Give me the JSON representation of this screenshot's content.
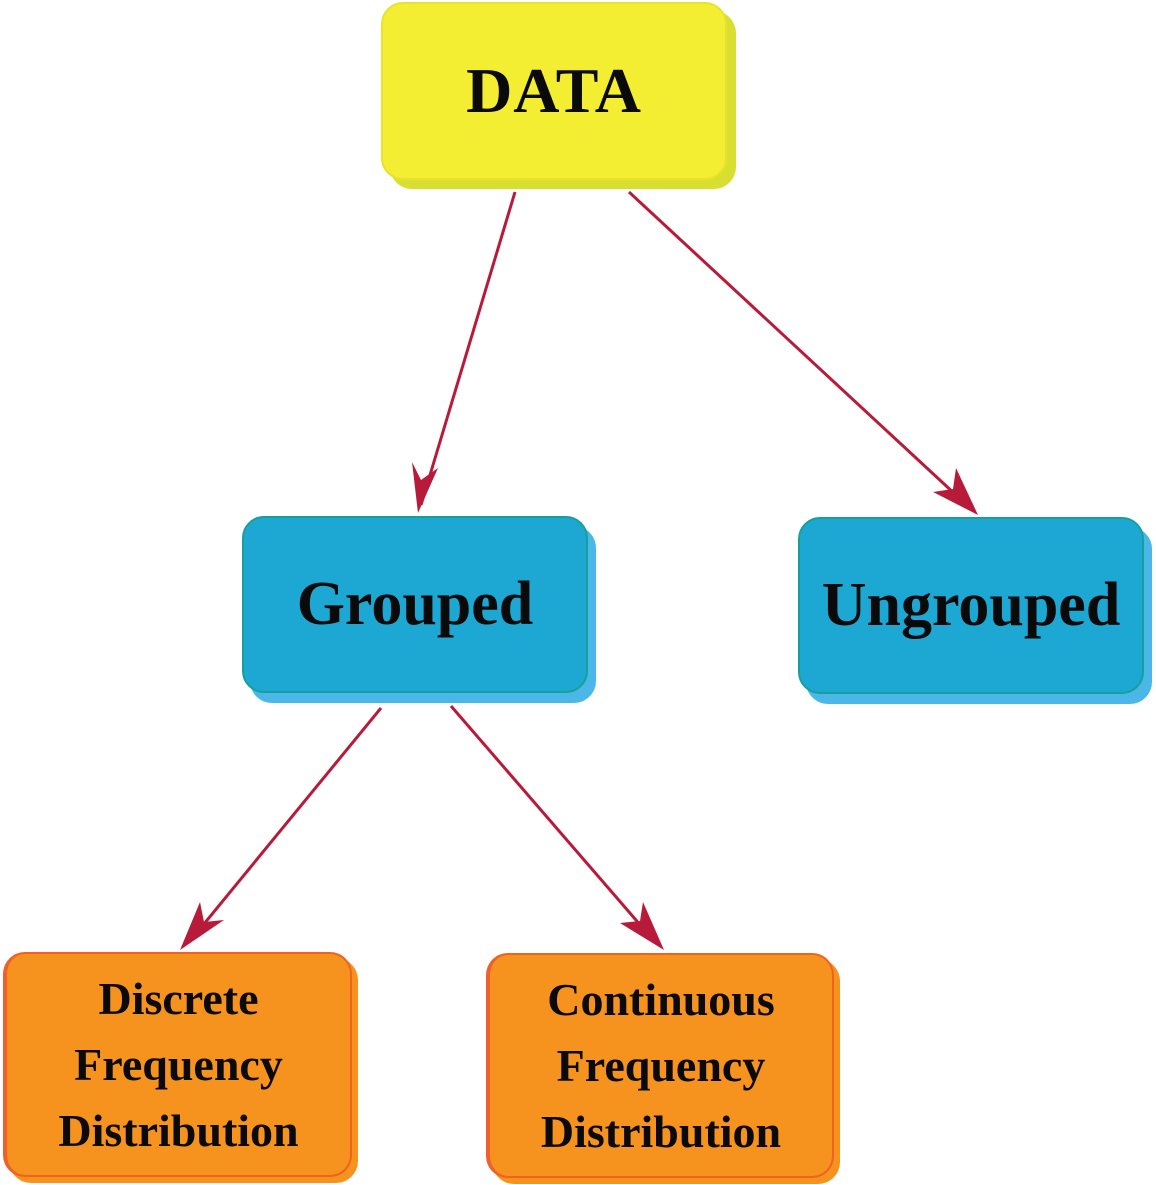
{
  "diagram": {
    "root": {
      "label": "DATA"
    },
    "level1": {
      "grouped": {
        "label": "Grouped"
      },
      "ungrouped": {
        "label": "Ungrouped"
      }
    },
    "level2": {
      "discrete": {
        "line1": "Discrete",
        "line2": "Frequency",
        "line3": "Distribution"
      },
      "continuous": {
        "line1": "Continuous",
        "line2": "Frequency",
        "line3": "Distribution"
      }
    },
    "edges": [
      {
        "from": "DATA",
        "to": "Grouped"
      },
      {
        "from": "DATA",
        "to": "Ungrouped"
      },
      {
        "from": "Grouped",
        "to": "Discrete Frequency Distribution"
      },
      {
        "from": "Grouped",
        "to": "Continuous Frequency Distribution"
      }
    ],
    "colors": {
      "root_fill": "#f3ee31",
      "level1_fill": "#1ca8d3",
      "level2_fill": "#f6921e",
      "arrow": "#b81b3a"
    }
  }
}
